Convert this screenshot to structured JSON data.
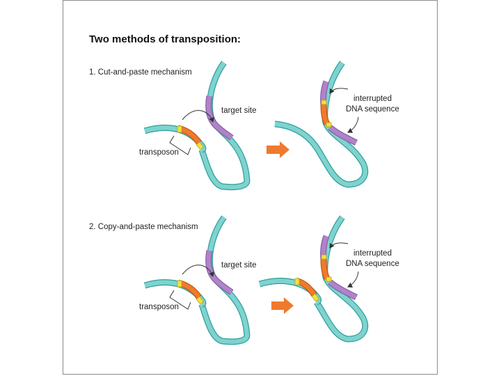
{
  "title": "Two methods of transposition:",
  "sections": [
    {
      "heading": "1. Cut-and-paste mechanism",
      "target_label": "target site",
      "transposon_label": "transposon",
      "result_label_line1": "interrupted",
      "result_label_line2": "DNA sequence"
    },
    {
      "heading": "2. Copy-and-paste mechanism",
      "target_label": "target site",
      "transposon_label": "transposon",
      "result_label_line1": "interrupted",
      "result_label_line2": "DNA sequence"
    }
  ],
  "colors": {
    "dna": "#7fd3cf",
    "dna_outline": "#2e9f9b",
    "target": "#b083c9",
    "transposon": "#ef7a2e",
    "flank": "#f2e23a",
    "arrow": "#ef7a2e"
  }
}
